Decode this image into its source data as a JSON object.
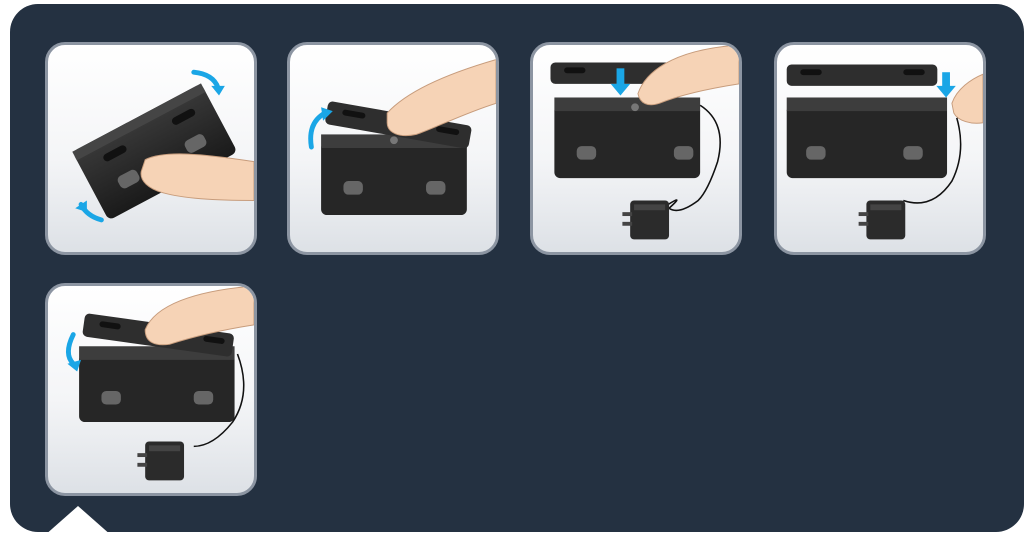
{
  "panel": {
    "background": "#243141",
    "card_border": "#8c95a2"
  },
  "accent": {
    "arrow": "#1aa6e6"
  },
  "steps": [
    {
      "id": "step-1",
      "icons": [
        "base-device",
        "hand",
        "rotate-arrows"
      ]
    },
    {
      "id": "step-2",
      "icons": [
        "base-device",
        "lid",
        "hand",
        "lift-arrow"
      ]
    },
    {
      "id": "step-3",
      "icons": [
        "base-device",
        "lid",
        "hand",
        "cable",
        "power-adapter",
        "down-arrow"
      ]
    },
    {
      "id": "step-4",
      "icons": [
        "base-device",
        "lid",
        "hand",
        "cable",
        "power-adapter",
        "down-arrow"
      ]
    },
    {
      "id": "step-5",
      "icons": [
        "base-device",
        "lid",
        "hand",
        "cable",
        "power-adapter",
        "close-arrow"
      ]
    }
  ]
}
